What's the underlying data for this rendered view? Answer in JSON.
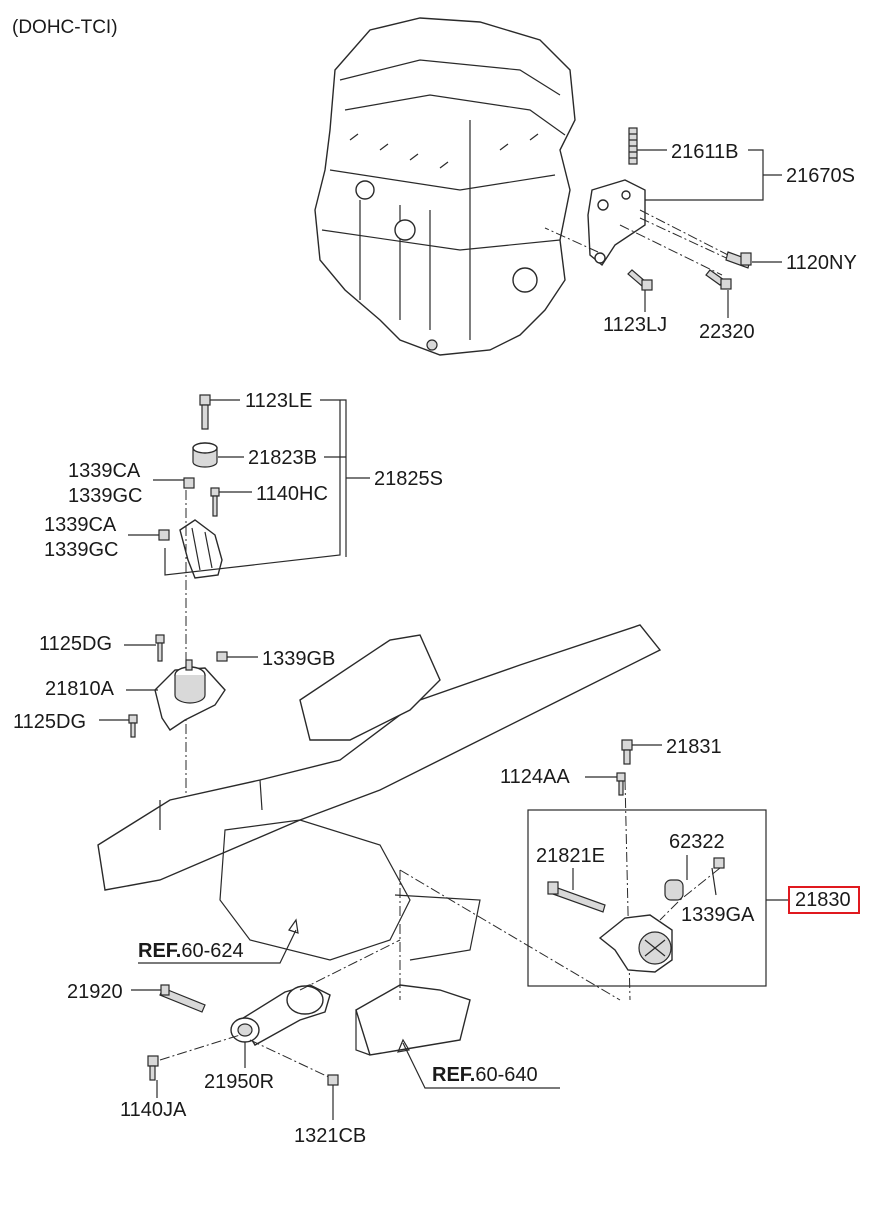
{
  "header": {
    "engine_variant": "(DOHC-TCI)"
  },
  "labels": {
    "p21611B": "21611B",
    "p21670S": "21670S",
    "p1120NY": "1120NY",
    "p1123LJ": "1123LJ",
    "p22320": "22320",
    "p1123LE": "1123LE",
    "p21823B": "21823B",
    "p21825S": "21825S",
    "p1339CA_1": "1339CA",
    "p1339GC_1": "1339GC",
    "p1140HC": "1140HC",
    "p1339CA_2": "1339CA",
    "p1339GC_2": "1339GC",
    "p1125DG_1": "1125DG",
    "p1339GB": "1339GB",
    "p21810A": "21810A",
    "p1125DG_2": "1125DG",
    "p21831": "21831",
    "p1124AA": "1124AA",
    "p62322": "62322",
    "p21821E": "21821E",
    "p1339GA": "1339GA",
    "p21830": "21830",
    "p21920": "21920",
    "p1140JA": "1140JA",
    "p21950R": "21950R",
    "p1321CB": "1321CB"
  },
  "references": {
    "ref1_prefix": "REF.",
    "ref1_number": "60-624",
    "ref2_prefix": "REF.",
    "ref2_number": "60-640"
  },
  "highlighted_part": "21830",
  "colors": {
    "highlight": "#e0191f",
    "line": "#2a2a2a",
    "background": "#ffffff"
  }
}
